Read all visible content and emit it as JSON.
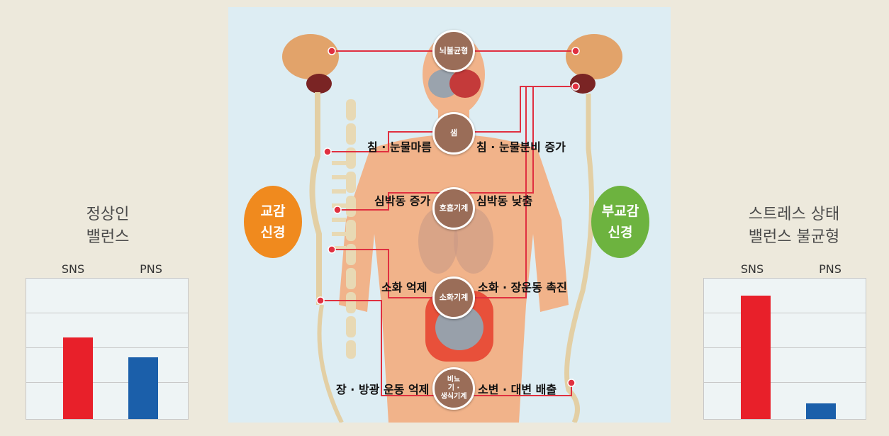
{
  "left_chart": {
    "title_line1": "정상인",
    "title_line2": "밸런스",
    "sns_label": "SNS",
    "pns_label": "PNS",
    "sns_color": "#e8202a",
    "pns_color": "#1b5faa"
  },
  "right_chart": {
    "title_line1": "스트레스 상태",
    "title_line2": "밸런스 불균형",
    "sns_label": "SNS",
    "pns_label": "PNS",
    "sns_color": "#e8202a",
    "pns_color": "#1b5faa"
  },
  "chart_data": [
    {
      "type": "bar",
      "categories": [
        "SNS",
        "PNS"
      ],
      "values": [
        0.58,
        0.44
      ],
      "title": "정상인 밸런스",
      "xlabel": "",
      "ylabel": "",
      "grid": true
    },
    {
      "type": "bar",
      "categories": [
        "SNS",
        "PNS"
      ],
      "values": [
        0.88,
        0.11
      ],
      "title": "스트레스 상태 밸런스 불균형",
      "xlabel": "",
      "ylabel": "",
      "grid": true
    }
  ],
  "diagram": {
    "sympathetic": {
      "line1": "교감",
      "line2": "신경",
      "color": "#f08a1e"
    },
    "parasympathetic": {
      "line1": "부교감",
      "line2": "신경",
      "color": "#6db33f"
    },
    "nodes": {
      "brain": "뇌불균형",
      "gland": "샘",
      "respiratory": "호흡기계",
      "digestive": "소화기계",
      "urinary_l1": "비뇨",
      "urinary_l2": "기 ·",
      "urinary_l3": "생식기계"
    },
    "left_labels": {
      "gland": "침 · 눈물마름",
      "respiratory": "심박동 증가",
      "digestive": "소화 억제",
      "urinary": "장 · 방광 운동 억제"
    },
    "right_labels": {
      "gland": "침 · 눈물분비 증가",
      "respiratory": "심박동 낮춤",
      "digestive": "소화 · 장운동 촉진",
      "urinary": "소변 · 대변 배출"
    },
    "line_color": "#e03040"
  }
}
